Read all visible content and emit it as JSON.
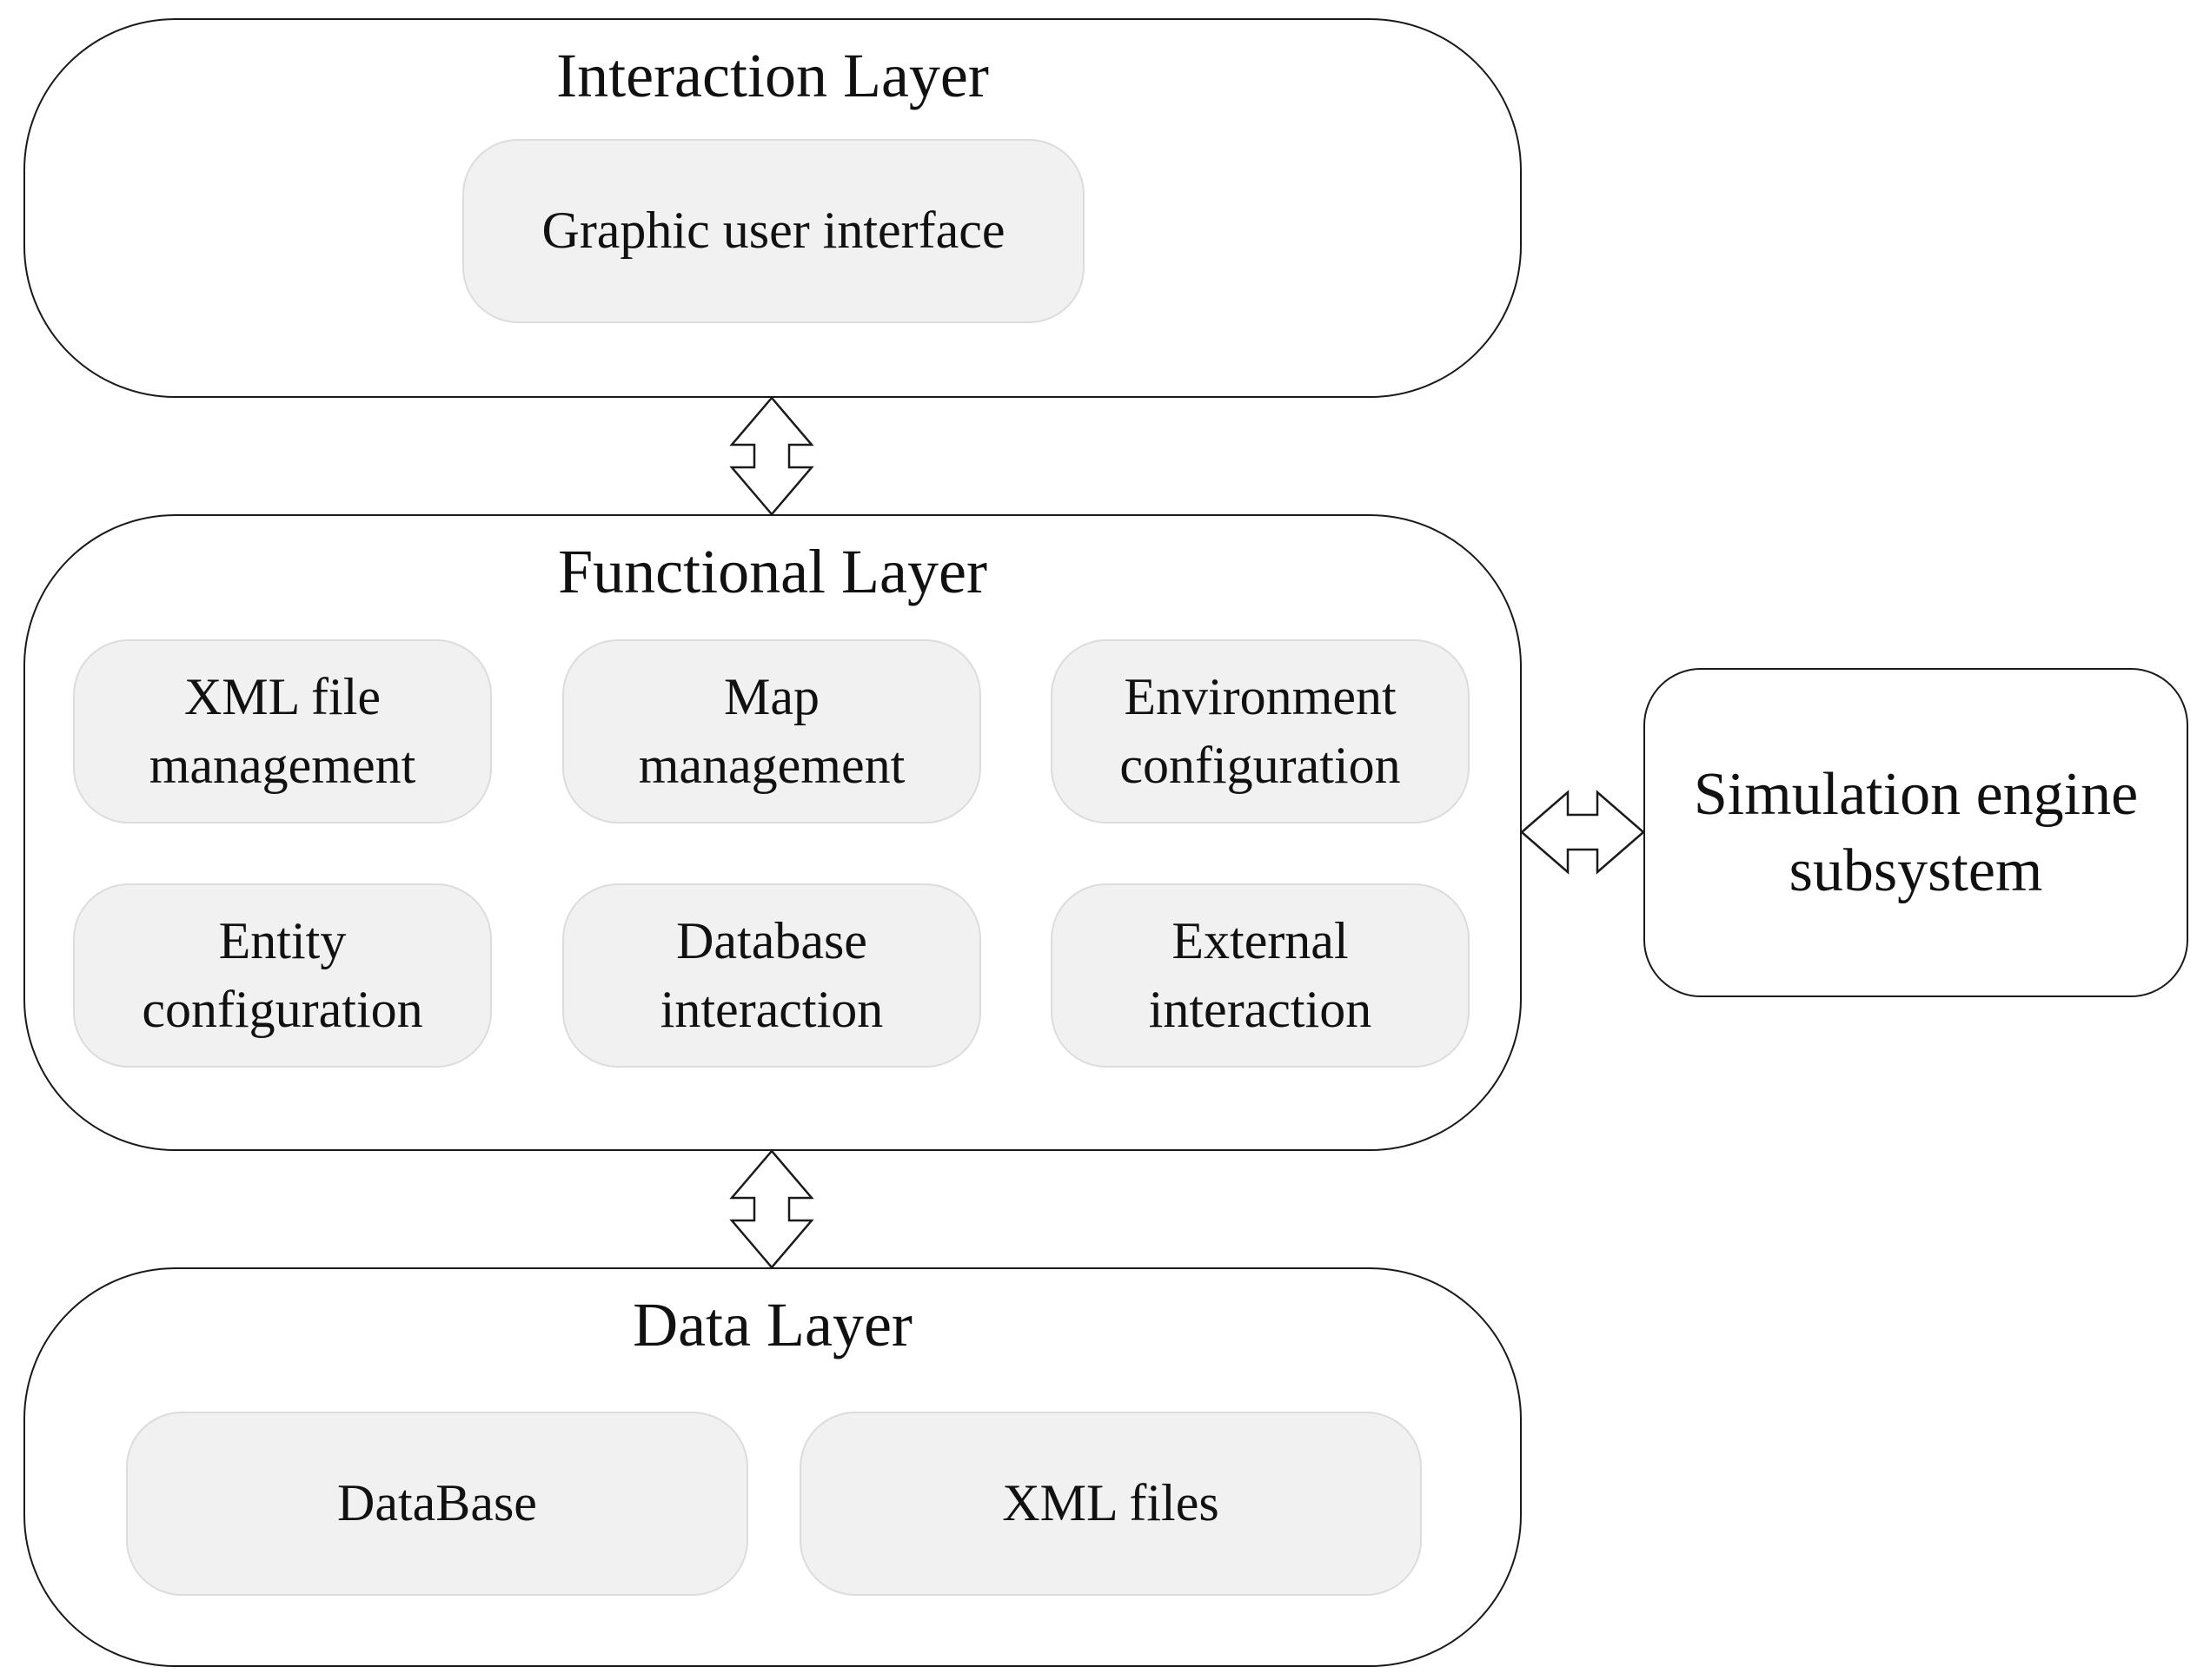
{
  "interaction_layer": {
    "title": "Interaction Layer",
    "modules": [
      "Graphic user interface"
    ]
  },
  "functional_layer": {
    "title": "Functional Layer",
    "modules": [
      {
        "line1": "XML file",
        "line2": "management"
      },
      {
        "line1": "Map",
        "line2": "management"
      },
      {
        "line1": "Environment",
        "line2": "configuration"
      },
      {
        "line1": "Entity",
        "line2": "configuration"
      },
      {
        "line1": "Database",
        "line2": "interaction"
      },
      {
        "line1": "External",
        "line2": "interaction"
      }
    ]
  },
  "data_layer": {
    "title": "Data Layer",
    "modules": [
      "DataBase",
      "XML files"
    ]
  },
  "simulation_engine": {
    "line1": "Simulation engine",
    "line2": "subsystem"
  }
}
